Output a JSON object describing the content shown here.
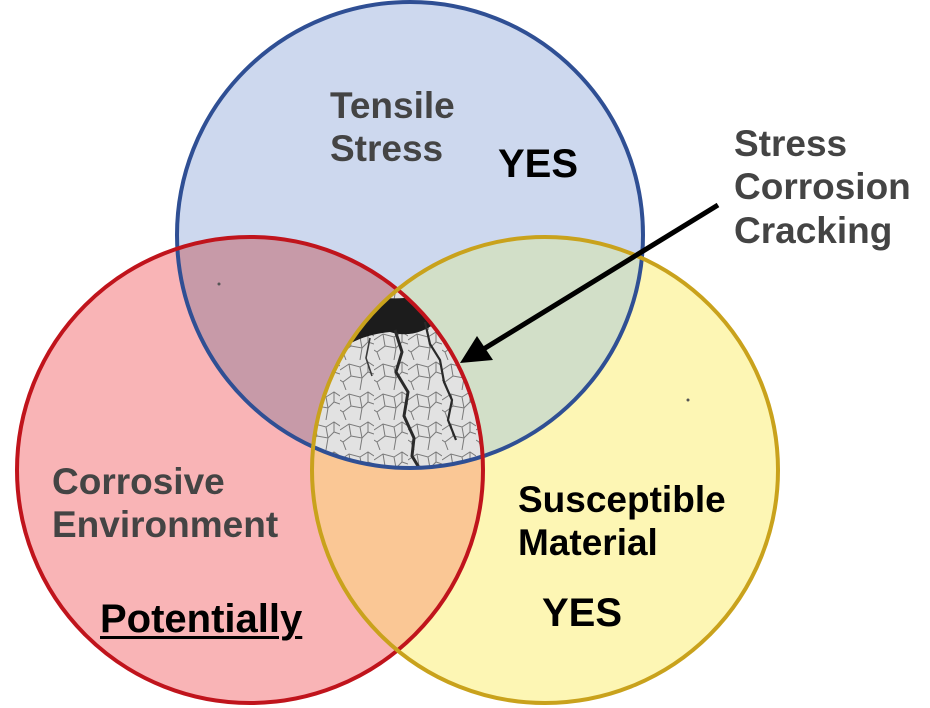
{
  "tensile": {
    "line1": "Tensile",
    "line2": "Stress",
    "status": "YES"
  },
  "corrosive": {
    "line1": "Corrosive",
    "line2": "Environment",
    "status": "Potentially"
  },
  "material": {
    "line1": "Susceptible",
    "line2": "Material",
    "status": "YES"
  },
  "scc": {
    "line1": "Stress",
    "line2": "Corrosion",
    "line3": "Cracking"
  },
  "colors": {
    "tensile_stroke": "#2f4f94",
    "tensile_fill": "#a9c0e4",
    "corrosive_stroke": "#c0141c",
    "corrosive_fill": "#f68e92",
    "material_stroke": "#c9a21c",
    "material_fill": "#fff07a",
    "center_crack_texture": "#d8d8d8"
  }
}
